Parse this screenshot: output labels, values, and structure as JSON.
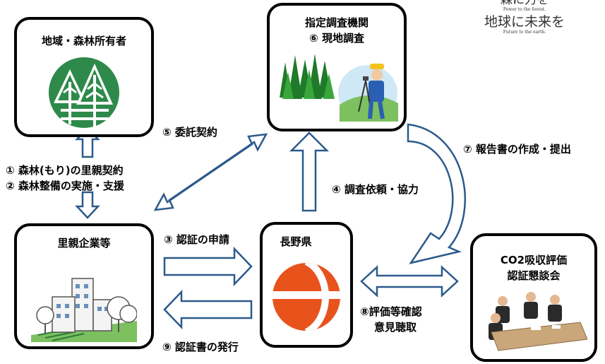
{
  "corner": {
    "line1": "森に力を",
    "line1_sub": "Power to the forest.",
    "line2": "地球に未来を",
    "line2_sub": "Future to the earth."
  },
  "boxes": {
    "owner": "地域・森林所有者",
    "agency_line1": "指定調査機関",
    "agency_line2": "⑥ 現地調査",
    "company": "里親企業等",
    "prefecture": "長野県",
    "committee_line1": "CO2吸収評価",
    "committee_line2": "認証懇談会"
  },
  "labels": {
    "step5": "⑤ 委託契約",
    "step7": "⑦ 報告書の作成・提出",
    "step1": "① 森林(もり)の里親契約",
    "step2": "② 森林整備の実施・支援",
    "step4": "④ 調査依頼・協力",
    "step3": "③ 認証の申請",
    "step8_line1": "⑧評価等確認",
    "step8_line2": "意見聴取",
    "step9": "⑨ 認証書の発行"
  },
  "colors": {
    "arrow_outline": "#2c5a8c",
    "forest_green": "#2e8a4a",
    "logo_orange": "#e8531c"
  }
}
